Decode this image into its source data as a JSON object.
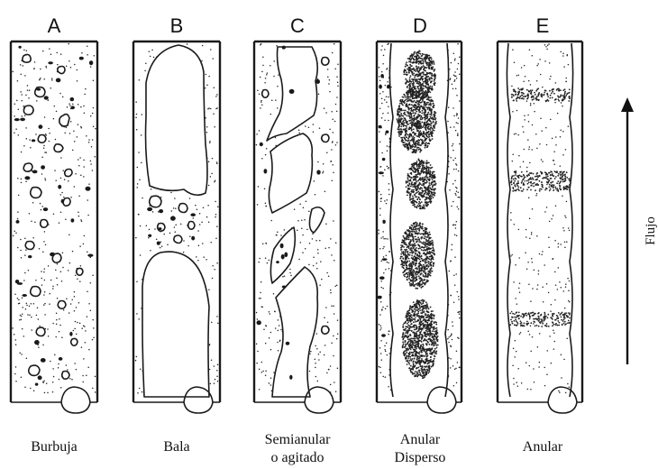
{
  "patterns": [
    {
      "letter": "A",
      "caption": [
        "Burbuja"
      ]
    },
    {
      "letter": "B",
      "caption": [
        "Bala"
      ]
    },
    {
      "letter": "C",
      "caption": [
        "Semianular",
        "o agitado"
      ]
    },
    {
      "letter": "D",
      "caption": [
        "Anular",
        "Disperso"
      ]
    },
    {
      "letter": "E",
      "caption": [
        "Anular"
      ]
    }
  ],
  "flow_label": "Flujo"
}
